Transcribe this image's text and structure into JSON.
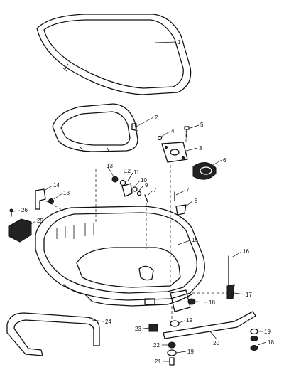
{
  "callouts": [
    {
      "id": "c1",
      "label": "1"
    },
    {
      "id": "c2",
      "label": "2"
    },
    {
      "id": "c3",
      "label": "3"
    },
    {
      "id": "c4",
      "label": "4"
    },
    {
      "id": "c5",
      "label": "5"
    },
    {
      "id": "c6",
      "label": "6"
    },
    {
      "id": "c7",
      "label": "7"
    },
    {
      "id": "c7b",
      "label": "7"
    },
    {
      "id": "c8",
      "label": "8"
    },
    {
      "id": "c9",
      "label": "9"
    },
    {
      "id": "c10",
      "label": "10"
    },
    {
      "id": "c11",
      "label": "11"
    },
    {
      "id": "c12",
      "label": "12"
    },
    {
      "id": "c13",
      "label": "13"
    },
    {
      "id": "c13b",
      "label": "13"
    },
    {
      "id": "c14",
      "label": "14"
    },
    {
      "id": "c15",
      "label": "15"
    },
    {
      "id": "c16",
      "label": "16"
    },
    {
      "id": "c17",
      "label": "17"
    },
    {
      "id": "c18",
      "label": "18"
    },
    {
      "id": "c18b",
      "label": "18"
    },
    {
      "id": "c19",
      "label": "19"
    },
    {
      "id": "c19b",
      "label": "19"
    },
    {
      "id": "c19c",
      "label": "19"
    },
    {
      "id": "c20",
      "label": "20"
    },
    {
      "id": "c21",
      "label": "21"
    },
    {
      "id": "c22",
      "label": "22"
    },
    {
      "id": "c23",
      "label": "23"
    },
    {
      "id": "c24",
      "label": "24"
    },
    {
      "id": "c25",
      "label": "25"
    },
    {
      "id": "c26",
      "label": "26"
    }
  ]
}
